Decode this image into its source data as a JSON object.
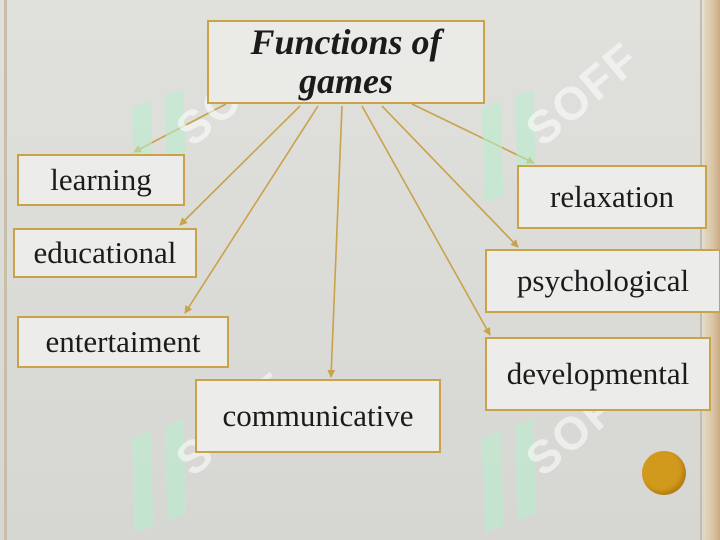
{
  "diagram": {
    "title_line1": "Functions of",
    "title_line2": "games",
    "nodes": {
      "learning": "learning",
      "educational": "educational",
      "entertainment": "entertaiment",
      "communicative": "communicative",
      "relaxation": "relaxation",
      "psychological": "psychological",
      "developmental": "developmental"
    }
  },
  "watermark": {
    "text": "SOFF",
    "color": "#b8f0cf"
  },
  "colors": {
    "box_border": "#c9a24a",
    "arrow": "#c9a24a",
    "accent_dot": "#d29a1c"
  }
}
